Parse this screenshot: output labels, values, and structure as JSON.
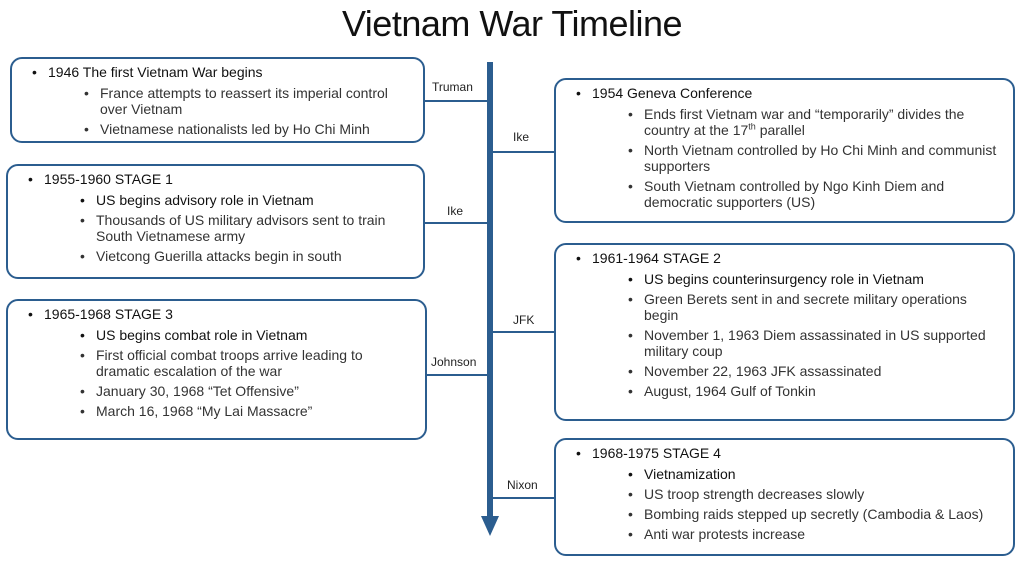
{
  "title": "Vietnam War Timeline",
  "presidents": {
    "truman": "Truman",
    "ike_right": "Ike",
    "ike_left": "Ike",
    "jfk": "JFK",
    "johnson": "Johnson",
    "nixon": "Nixon"
  },
  "boxes": {
    "b1946": {
      "heading": "1946  The first Vietnam War begins",
      "items": [
        "France attempts to reassert its imperial control over Vietnam",
        "Vietnamese nationalists led by Ho Chi Minh"
      ]
    },
    "b1954": {
      "heading": "1954   Geneva Conference",
      "item1_pre": "Ends first Vietnam war and “temporarily” divides the country at the 17",
      "item1_sup": "th",
      "item1_post": " parallel",
      "items": [
        "North Vietnam controlled by Ho Chi Minh and communist supporters",
        "South Vietnam controlled by Ngo Kinh Diem and democratic supporters (US)"
      ]
    },
    "stage1": {
      "heading": "1955-1960    STAGE 1",
      "items": [
        "US begins advisory role in Vietnam",
        "Thousands of US military advisors sent to train South Vietnamese army",
        "Vietcong Guerilla attacks begin in south"
      ]
    },
    "stage2": {
      "heading": "1961-1964    STAGE 2",
      "items": [
        "US begins counterinsurgency role in Vietnam",
        "Green Berets sent in and secrete military operations begin",
        "November 1, 1963 Diem assassinated in US supported military coup",
        "November 22, 1963 JFK assassinated",
        "August, 1964  Gulf of Tonkin"
      ]
    },
    "stage3": {
      "heading": "1965-1968     STAGE 3",
      "items": [
        "US begins combat role in Vietnam",
        "First official combat troops arrive leading to dramatic escalation of the war",
        "January 30, 1968 “Tet Offensive”",
        "March 16, 1968 “My Lai Massacre”"
      ]
    },
    "stage4": {
      "heading": "1968-1975    STAGE 4",
      "items": [
        "Vietnamization",
        "US troop strength decreases slowly",
        "Bombing raids stepped up secretly (Cambodia & Laos)",
        "Anti war protests increase"
      ]
    }
  },
  "colors": {
    "accent": "#2b5d8f"
  }
}
